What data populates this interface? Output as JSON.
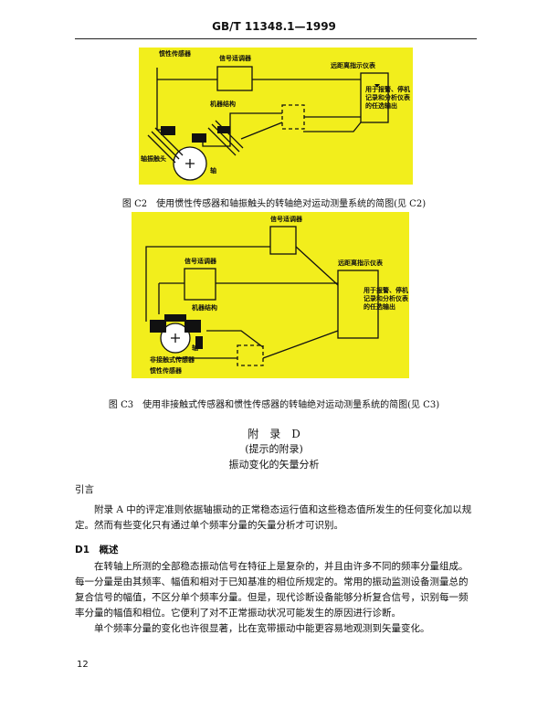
{
  "header": "GB/T 11348.1—1999",
  "fig_c2": {
    "labels": {
      "inertial_sensor": "惯性传感器",
      "signal_conditioner": "信号适调器",
      "remote_indicator": "远距离指示仪表",
      "output_note": "用于报警、停机记录和分析仪表的任选输出",
      "machine_structure": "机器结构",
      "shaft_probe": "轴振触头",
      "shaft": "轴"
    },
    "caption": "图 C2　使用惯性传感器和轴振触头的转轴绝对运动测量系统的简图(见 C2)"
  },
  "fig_c3": {
    "labels": {
      "signal_conditioner_top": "信号适调器",
      "signal_conditioner_left": "信号适调器",
      "remote_indicator": "远距离指示仪表",
      "output_note": "用于报警、停机记录和分析仪表的任选输出",
      "machine_structure": "机器结构",
      "shaft": "轴",
      "noncontact_sensor": "非接触式传感器",
      "inertial_sensor": "惯性传感器"
    },
    "caption": "图 C3　使用非接触式传感器和惯性传感器的转轴绝对运动测量系统的简图(见 C3)"
  },
  "appendix": {
    "title": "附　录　D",
    "subtitle": "(提示的附录)",
    "heading": "振动变化的矢量分析"
  },
  "intro": {
    "heading": "引言",
    "text": "附录 A 中的评定准则依据轴振动的正常稳态运行值和这些稳态值所发生的任何变化加以规定。然而有些变化只有通过单个频率分量的矢量分析才可识别。"
  },
  "section_d1": {
    "heading": "D1　概述",
    "para1": "在转轴上所测的全部稳态振动信号在特征上是复杂的，并且由许多不同的频率分量组成。每一分量是由其频率、幅值和相对于已知基准的相位所规定的。常用的振动监测设备测量总的复合信号的幅值，不区分单个频率分量。但是，现代诊断设备能够分析复合信号，识别每一频率分量的幅值和相位。它便利了对不正常振动状况可能发生的原因进行诊断。",
    "para2": "单个频率分量的变化也许很显著，比在宽带振动中能更容易地观测到矢量变化。"
  },
  "page_number": "12"
}
